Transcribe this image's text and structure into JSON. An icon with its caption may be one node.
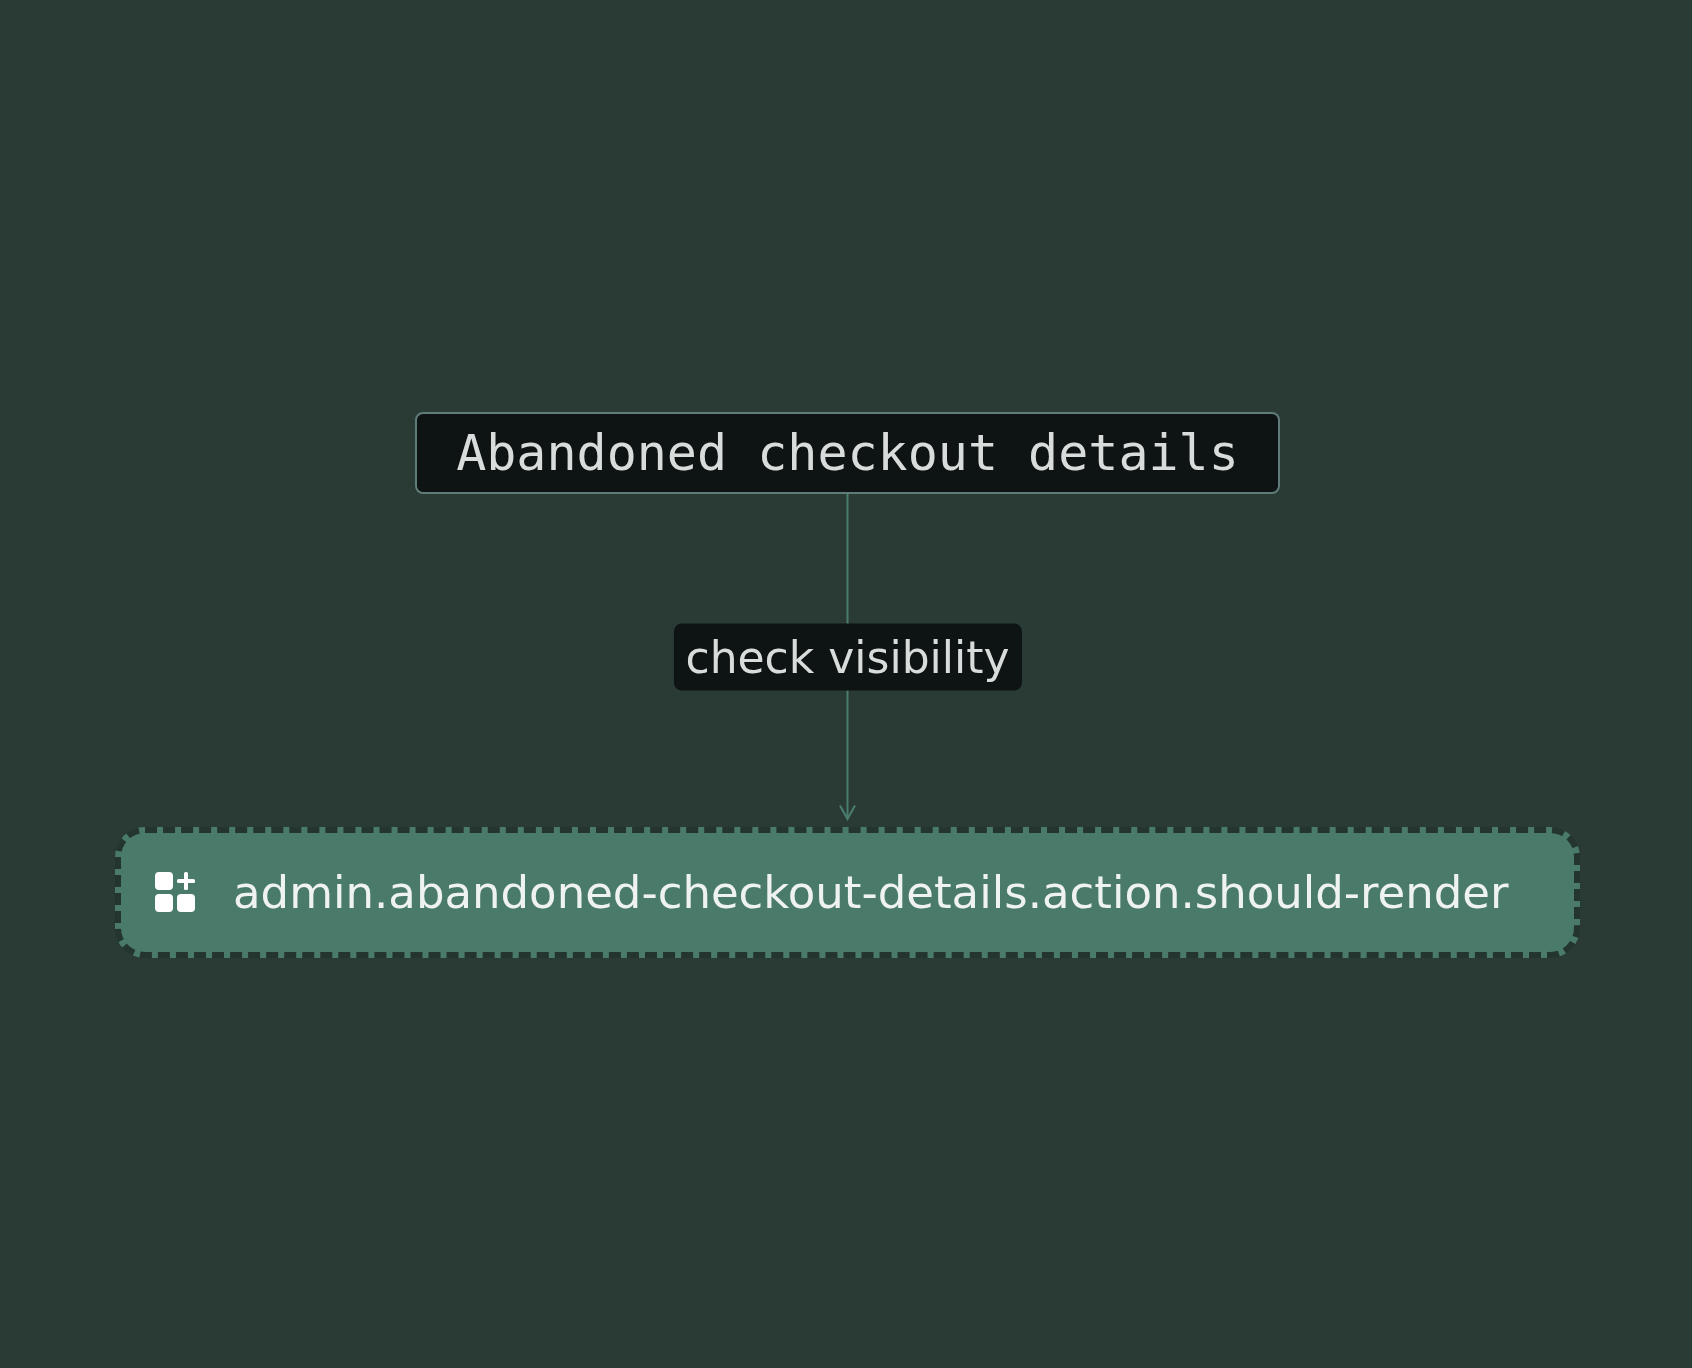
{
  "diagram": {
    "nodes": [
      {
        "text": [
          "Abandoned checkout details"
        ]
      },
      {
        "text": [
          "admin.abandoned-checkout-details.action.should-render"
        ]
      }
    ],
    "edges": [
      {
        "from": 0,
        "to": 1,
        "arrow": "to",
        "label": "check visibility"
      }
    ]
  }
}
